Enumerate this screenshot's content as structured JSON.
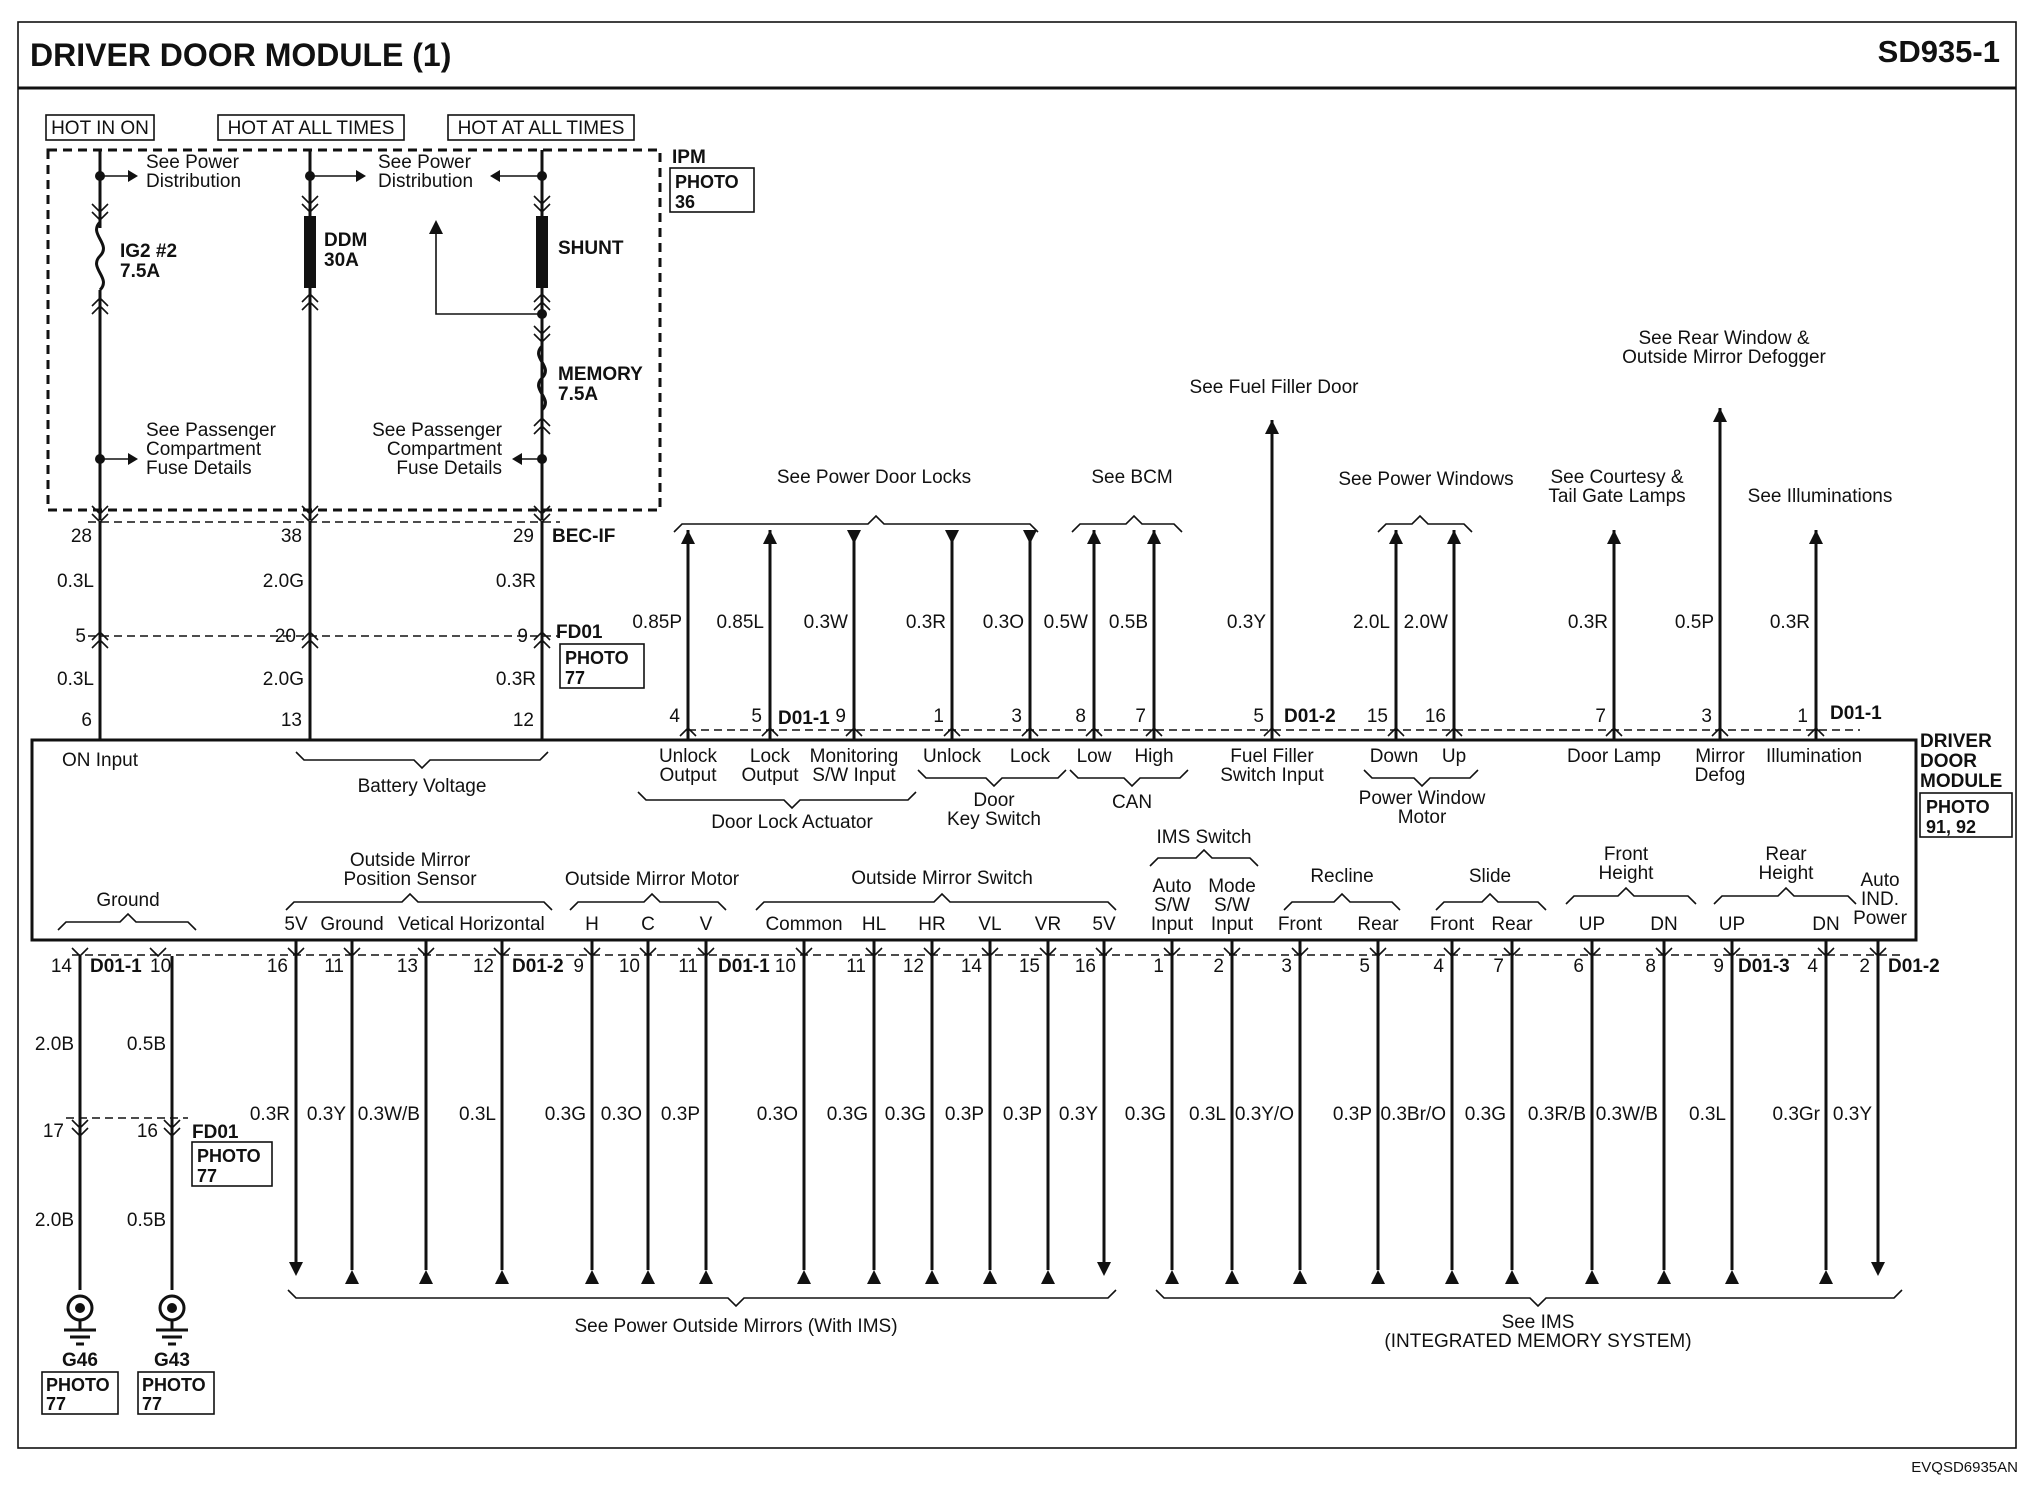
{
  "header": {
    "title": "DRIVER DOOR MODULE (1)",
    "code": "SD935-1"
  },
  "footer": {
    "code": "EVQSD6935AN"
  },
  "power": {
    "hot_in_on": "HOT IN ON",
    "hot_at_all_times_1": "HOT AT ALL TIMES",
    "hot_at_all_times_2": "HOT AT ALL TIMES",
    "ipm": "IPM",
    "ipm_photo": [
      "PHOTO",
      "36"
    ],
    "see_power_distribution": [
      "See Power",
      "Distribution"
    ],
    "see_passenger_fuse": [
      "See Passenger",
      "Compartment",
      "Fuse Details"
    ],
    "fuse_ig2": [
      "IG2 #2",
      "7.5A"
    ],
    "fuse_ddm": [
      "DDM",
      "30A"
    ],
    "shunt": "SHUNT",
    "fuse_memory": [
      "MEMORY",
      "7.5A"
    ],
    "bec_if": "BEC-IF",
    "fd01": "FD01",
    "fd01_photo": [
      "PHOTO",
      "77"
    ]
  },
  "feed_wires": [
    {
      "pin_top": "28",
      "wire1": "0.3L",
      "pin_mid": "5",
      "wire2": "0.3L",
      "pin_bottom": "6"
    },
    {
      "pin_top": "38",
      "wire1": "2.0G",
      "pin_mid": "20",
      "wire2": "2.0G",
      "pin_bottom": "13"
    },
    {
      "pin_top": "29",
      "wire1": "0.3R",
      "pin_mid": "9",
      "wire2": "0.3R",
      "pin_bottom": "12"
    }
  ],
  "module": {
    "name": [
      "DRIVER",
      "DOOR",
      "MODULE"
    ],
    "photo": [
      "PHOTO",
      "91, 92"
    ],
    "on_input": "ON Input",
    "battery_voltage": "Battery Voltage",
    "ground": "Ground",
    "door_lock_actuator": "Door Lock Actuator",
    "door_key_switch": [
      "Door",
      "Key Switch"
    ],
    "can": "CAN",
    "power_window_motor": [
      "Power Window",
      "Motor"
    ],
    "top_signals": [
      [
        "Unlock",
        "Output"
      ],
      [
        "Lock",
        "Output"
      ],
      [
        "Monitoring",
        "S/W Input"
      ],
      [
        "Unlock"
      ],
      [
        "Lock"
      ],
      [
        "Low"
      ],
      [
        "High"
      ],
      [
        "Fuel Filler",
        "Switch Input"
      ],
      [
        "Down"
      ],
      [
        "Up"
      ],
      [
        "Door Lamp"
      ],
      [
        "Mirror",
        "Defog"
      ],
      [
        "Illumination"
      ]
    ],
    "groups_bottom": {
      "mirror_position_sensor": [
        "Outside Mirror",
        "Position Sensor"
      ],
      "mirror_motor": "Outside Mirror Motor",
      "mirror_switch": "Outside Mirror Switch",
      "ims_switch": "IMS Switch",
      "recline": "Recline",
      "slide": "Slide",
      "front_height": [
        "Front",
        "Height"
      ],
      "rear_height": [
        "Rear",
        "Height"
      ],
      "auto_ind_power": [
        "Auto",
        "IND.",
        "Power"
      ]
    },
    "bottom_signals": [
      [
        "5V"
      ],
      [
        "Ground"
      ],
      [
        "Vetical"
      ],
      [
        "Horizontal"
      ],
      [
        "H"
      ],
      [
        "C"
      ],
      [
        "V"
      ],
      [
        "Common"
      ],
      [
        "HL"
      ],
      [
        "HR"
      ],
      [
        "VL"
      ],
      [
        "VR"
      ],
      [
        "5V"
      ],
      [
        "Auto",
        "S/W",
        "Input"
      ],
      [
        "Mode",
        "S/W",
        "Input"
      ],
      [
        "Front"
      ],
      [
        "Rear"
      ],
      [
        "Front"
      ],
      [
        "Rear"
      ],
      [
        "UP"
      ],
      [
        "DN"
      ],
      [
        "UP"
      ],
      [
        "DN"
      ]
    ]
  },
  "top_refs": {
    "power_door_locks": "See Power Door Locks",
    "bcm": "See BCM",
    "fuel_filler": "See Fuel Filler Door",
    "power_windows": "See Power Windows",
    "courtesy": [
      "See Courtesy &",
      "Tail Gate Lamps"
    ],
    "rear_window": [
      "See Rear Window &",
      "Outside Mirror Defogger"
    ],
    "illuminations": "See Illuminations"
  },
  "top_wires": [
    {
      "wire": "0.85P",
      "pin": "4"
    },
    {
      "wire": "0.85L",
      "pin": "5"
    },
    {
      "wire": "0.3W",
      "pin": "9"
    },
    {
      "wire": "0.3R",
      "pin": "1"
    },
    {
      "wire": "0.3O",
      "pin": "3"
    },
    {
      "wire": "0.5W",
      "pin": "8"
    },
    {
      "wire": "0.5B",
      "pin": "7"
    },
    {
      "wire": "0.3Y",
      "pin": "5"
    },
    {
      "wire": "2.0L",
      "pin": "15"
    },
    {
      "wire": "2.0W",
      "pin": "16"
    },
    {
      "wire": "0.3R",
      "pin": "7"
    },
    {
      "wire": "0.5P",
      "pin": "3"
    },
    {
      "wire": "0.3R",
      "pin": "1"
    }
  ],
  "connectors": {
    "d01_1": "D01-1",
    "d01_2": "D01-2",
    "d01_3": "D01-3",
    "fd01": "FD01"
  },
  "ground_wires": [
    {
      "pin_top": "14",
      "wire1": "2.0B",
      "pin_mid": "17",
      "wire2": "2.0B",
      "ground": "G46",
      "photo": [
        "PHOTO",
        "77"
      ]
    },
    {
      "pin_top": "10",
      "wire1": "0.5B",
      "pin_mid": "16",
      "wire2": "0.5B",
      "ground": "G43",
      "photo": [
        "PHOTO",
        "77"
      ]
    }
  ],
  "fd01_bottom_photo": [
    "PHOTO",
    "77"
  ],
  "bottom_wires": [
    {
      "wire": "0.3R",
      "pin": "16"
    },
    {
      "wire": "0.3Y",
      "pin": "11"
    },
    {
      "wire": "0.3W/B",
      "pin": "13"
    },
    {
      "wire": "0.3L",
      "pin": "12"
    },
    {
      "wire": "0.3G",
      "pin": "9"
    },
    {
      "wire": "0.3O",
      "pin": "10"
    },
    {
      "wire": "0.3P",
      "pin": "11"
    },
    {
      "wire": "0.3O",
      "pin": "10"
    },
    {
      "wire": "0.3G",
      "pin": "11"
    },
    {
      "wire": "0.3G",
      "pin": "12"
    },
    {
      "wire": "0.3P",
      "pin": "14"
    },
    {
      "wire": "0.3P",
      "pin": "15"
    },
    {
      "wire": "0.3Y",
      "pin": "16"
    },
    {
      "wire": "0.3G",
      "pin": "1"
    },
    {
      "wire": "0.3L",
      "pin": "2"
    },
    {
      "wire": "0.3Y/O",
      "pin": "3"
    },
    {
      "wire": "0.3P",
      "pin": "5"
    },
    {
      "wire": "0.3Br/O",
      "pin": "4"
    },
    {
      "wire": "0.3G",
      "pin": "7"
    },
    {
      "wire": "0.3R/B",
      "pin": "6"
    },
    {
      "wire": "0.3W/B",
      "pin": "8"
    },
    {
      "wire": "0.3L",
      "pin": "9"
    },
    {
      "wire": "0.3Gr",
      "pin": "4"
    },
    {
      "wire": "0.3Y",
      "pin": "2"
    }
  ],
  "bottom_refs": {
    "mirrors": "See Power Outside Mirrors (With IMS)",
    "ims": [
      "See IMS",
      "(INTEGRATED MEMORY SYSTEM)"
    ]
  }
}
